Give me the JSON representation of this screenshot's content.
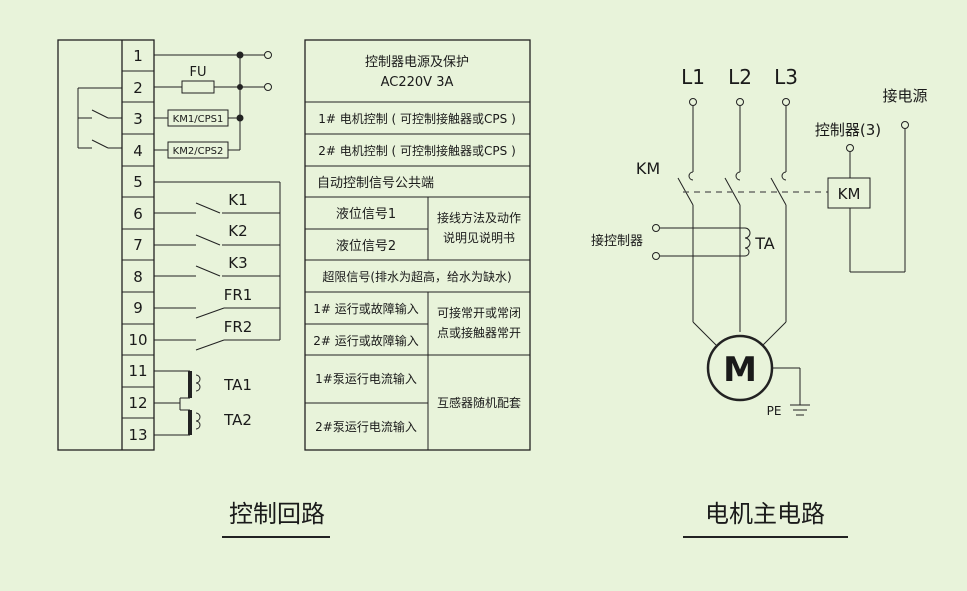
{
  "terminals": [
    "1",
    "2",
    "3",
    "4",
    "5",
    "6",
    "7",
    "8",
    "9",
    "10",
    "11",
    "12",
    "13"
  ],
  "control": {
    "fu": "FU",
    "km1": "KM1/CPS1",
    "km2": "KM2/CPS2",
    "k1": "K1",
    "k2": "K2",
    "k3": "K3",
    "fr1": "FR1",
    "fr2": "FR2",
    "ta1": "TA1",
    "ta2": "TA2"
  },
  "table": {
    "power_line1": "控制器电源及保护",
    "power_line2": "AC220V  3A",
    "motor1": "1# 电机控制 ( 可控制接触器或CPS )",
    "motor2": "2# 电机控制 ( 可控制接触器或CPS )",
    "common": "自动控制信号公共端",
    "level1": "液位信号1",
    "level2": "液位信号2",
    "wiring_line1": "接线方法及动作",
    "wiring_line2": "说明见说明书",
    "limit": "超限信号(排水为超高，给水为缺水)",
    "run1": "1# 运行或故障输入",
    "run2": "2# 运行或故障输入",
    "contact_line1": "可接常开或常闭",
    "contact_line2": "点或接触器常开",
    "pump1": "1#泵运行电流输入",
    "pump2": "2#泵运行电流输入",
    "ct": "互感器随机配套"
  },
  "motor_circuit": {
    "l1": "L1",
    "l2": "L2",
    "l3": "L3",
    "power": "接电源",
    "controller": "控制器(3)",
    "km": "KM",
    "km_box": "KM",
    "to_controller": "接控制器",
    "ta": "TA",
    "motor": "M",
    "pe": "PE"
  },
  "titles": {
    "control_loop": "控制回路",
    "motor_main": "电机主电路"
  }
}
